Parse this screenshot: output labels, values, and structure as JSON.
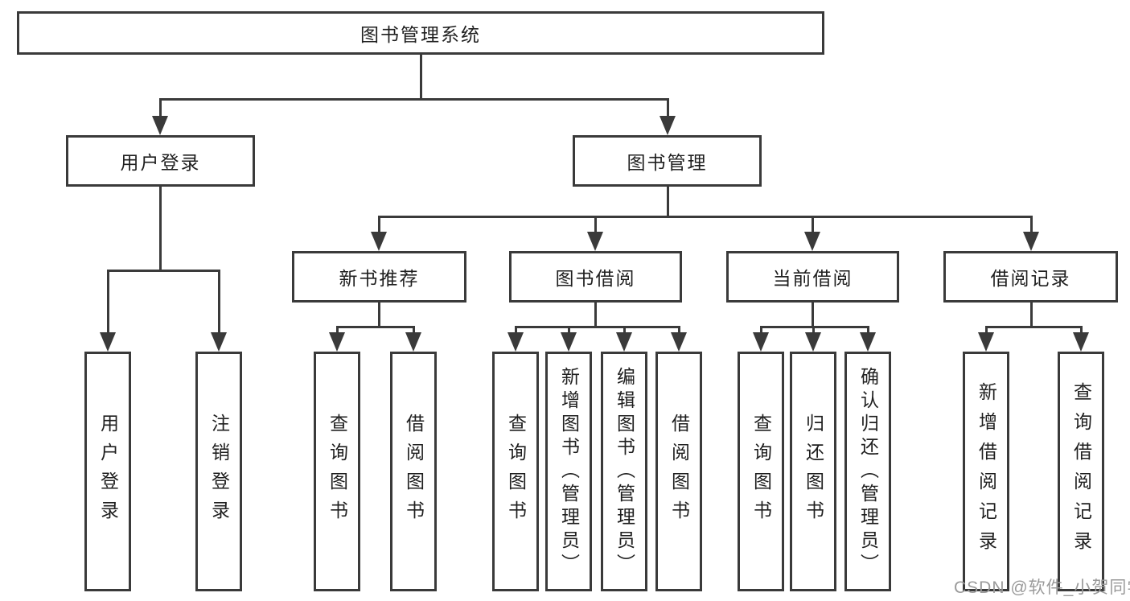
{
  "diagram_title": "图书管理系统",
  "nodes": {
    "root": {
      "label": "图书管理系统"
    },
    "user_login": {
      "label": "用户登录"
    },
    "book_management": {
      "label": "图书管理"
    },
    "new_book_recommend": {
      "label": "新书推荐"
    },
    "book_borrowing": {
      "label": "图书借阅"
    },
    "current_borrowing": {
      "label": "当前借阅"
    },
    "borrowing_records": {
      "label": "借阅记录"
    },
    "leaf_user_login": {
      "label": "用户登录"
    },
    "leaf_logout": {
      "label": "注销登录"
    },
    "leaf_nbr_query_books": {
      "label": "查询图书"
    },
    "leaf_nbr_borrow_books": {
      "label": "借阅图书"
    },
    "leaf_bb_query_books": {
      "label": "查询图书"
    },
    "leaf_bb_add_books_admin": {
      "label": "新增图书（管理员）"
    },
    "leaf_bb_edit_books_admin": {
      "label": "编辑图书（管理员）"
    },
    "leaf_bb_borrow_books": {
      "label": "借阅图书"
    },
    "leaf_cb_query_books": {
      "label": "查询图书"
    },
    "leaf_cb_return_books": {
      "label": "归还图书"
    },
    "leaf_cb_confirm_return_admin": {
      "label": "确认归还（管理员）"
    },
    "leaf_br_add_record": {
      "label": "新增借阅记录"
    },
    "leaf_br_query_record": {
      "label": "查询借阅记录"
    }
  },
  "hierarchy": {
    "root": "图书管理系统",
    "children": [
      {
        "label": "用户登录",
        "children": [
          "用户登录",
          "注销登录"
        ]
      },
      {
        "label": "图书管理",
        "children": [
          {
            "label": "新书推荐",
            "children": [
              "查询图书",
              "借阅图书"
            ]
          },
          {
            "label": "图书借阅",
            "children": [
              "查询图书",
              "新增图书（管理员）",
              "编辑图书（管理员）",
              "借阅图书"
            ]
          },
          {
            "label": "当前借阅",
            "children": [
              "查询图书",
              "归还图书",
              "确认归还（管理员）"
            ]
          },
          {
            "label": "借阅记录",
            "children": [
              "新增借阅记录",
              "查询借阅记录"
            ]
          }
        ]
      }
    ]
  },
  "watermark": {
    "text": "CSDN @软件_小贺同学"
  },
  "colors": {
    "line": "#3a3a3a",
    "text": "#1f1f1f",
    "watermark": "#9a9a9a",
    "background": "#ffffff"
  }
}
